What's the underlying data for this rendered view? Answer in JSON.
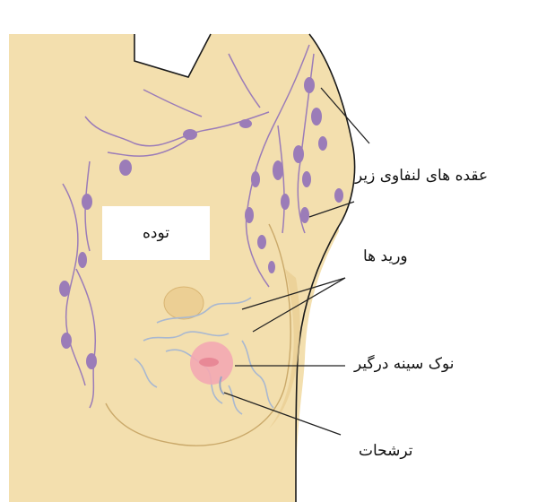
{
  "labels": {
    "lymph_nodes": "عقده های لنفاوی زیر",
    "lump": "توده",
    "veins": "ورید ها",
    "retracted_nipple": "نوک سینه درگیر",
    "discharge": "ترشحات"
  },
  "colors": {
    "skin": "#f3dfae",
    "skin_shadow": "#e8cc90",
    "outline": "#1a1a1a",
    "lymph": "#9b7cb8",
    "vein": "#a9b8d0",
    "areola": "#f3a9b3",
    "leader": "#222222"
  }
}
